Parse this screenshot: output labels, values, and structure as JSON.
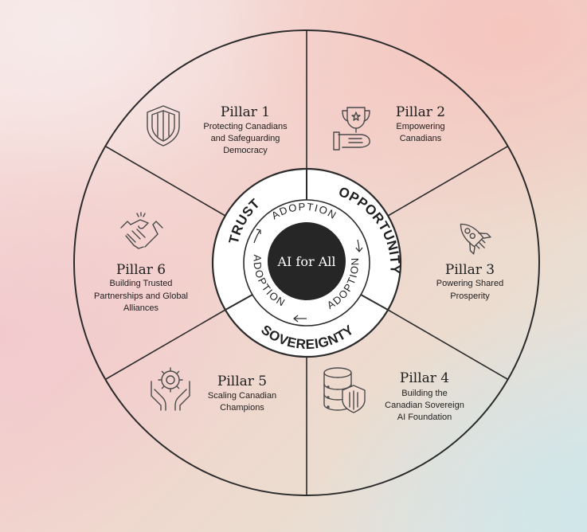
{
  "center": {
    "label": "AI for All"
  },
  "ring": {
    "trust": "TRUST",
    "opportunity": "OPPORTUNITY",
    "sovereignty": "SOVEREIGNTY",
    "adoption": "ADOPTION"
  },
  "pillars": [
    {
      "title": "Pillar 1",
      "lines": [
        "Protecting Canadians",
        "and Safeguarding",
        "Democracy"
      ],
      "icon": "shield-icon"
    },
    {
      "title": "Pillar 2",
      "lines": [
        "Empowering",
        "Canadians"
      ],
      "icon": "trophy-hand-icon"
    },
    {
      "title": "Pillar 3",
      "lines": [
        "Powering  Shared",
        "Prosperity"
      ],
      "icon": "rocket-icon"
    },
    {
      "title": "Pillar 4",
      "lines": [
        "Building the",
        "Canadian Sovereign",
        "AI Foundation"
      ],
      "icon": "database-shield-icon"
    },
    {
      "title": "Pillar 5",
      "lines": [
        "Scaling Canadian",
        "Champions"
      ],
      "icon": "gear-hands-icon"
    },
    {
      "title": "Pillar 6",
      "lines": [
        "Building Trusted",
        "Partnerships and Global",
        "Alliances"
      ],
      "icon": "handshake-icon"
    }
  ],
  "colors": {
    "stroke": "#2b2b2b",
    "core": "#262626",
    "icon": "#4a4a4a"
  }
}
